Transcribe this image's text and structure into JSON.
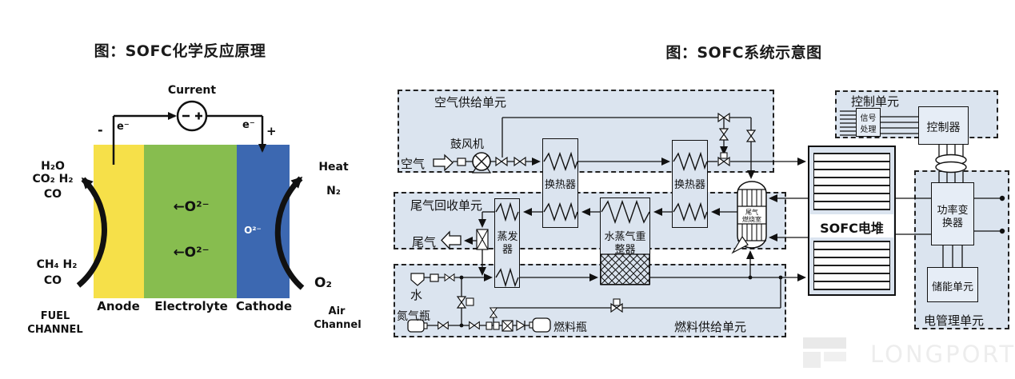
{
  "left_diagram": {
    "title": "图：SOFC化学反应原理",
    "current_label": "Current",
    "minus": "-",
    "plus": "+",
    "electron": "e⁻",
    "fuel_out_1": "H₂O",
    "fuel_out_2": "CO₂ H₂",
    "fuel_out_3": "CO",
    "fuel_in_1": "CH₄ H₂",
    "fuel_in_2": "CO",
    "fuel_channel_1": "FUEL",
    "fuel_channel_2": "CHANNEL",
    "heat": "Heat",
    "n2": "N₂",
    "o2": "O₂",
    "air_channel_1": "Air",
    "air_channel_2": "Channel",
    "anode": "Anode",
    "electrolyte": "Electrolyte",
    "cathode": "Cathode",
    "ion_arrow": "←O²⁻",
    "ion_cathode": "O²⁻",
    "colors": {
      "anode": "#f6e049",
      "electrolyte": "#87bd4f",
      "cathode": "#3c68b1"
    }
  },
  "right_diagram": {
    "title": "图：SOFC系统示意图",
    "air_unit": {
      "label": "空气供给单元",
      "air": "空气",
      "blower": "鼓风机",
      "hx": "换热器"
    },
    "tail_unit": {
      "label": "尾气回收单元",
      "tail_gas": "尾气",
      "evaporator_l1": "蒸发",
      "evaporator_l2": "器"
    },
    "fuel_unit": {
      "label": "燃料供给单元",
      "water": "水",
      "n2_bottle": "氮气瓶",
      "fuel_bottle": "燃料瓶",
      "reformer_l1": "水蒸气重",
      "reformer_l2": "整器"
    },
    "combustor_l1": "尾气",
    "combustor_l2": "燃烧室",
    "stack": "SOFC电堆",
    "control_unit": {
      "label": "控制单元",
      "signal_l1": "信号",
      "signal_l2": "处理",
      "controller": "控制器"
    },
    "power_unit": {
      "label": "电管理单元",
      "converter_l1": "功率变",
      "converter_l2": "换器",
      "storage": "储能单元"
    }
  },
  "watermark": {
    "text": "LONGPORT"
  },
  "colors": {
    "unit_fill": "#dbe4ef",
    "line": "#111111"
  }
}
